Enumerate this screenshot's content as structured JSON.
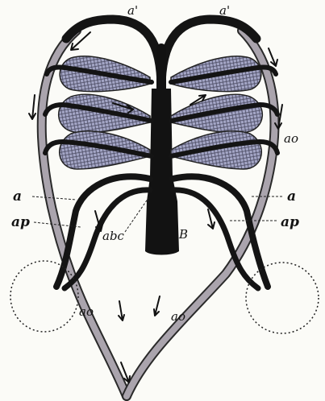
{
  "labels": {
    "afferent_left": "a'",
    "afferent_right": "a'",
    "aorta_right_upper": "ao",
    "a_left": "a",
    "a_right": "a",
    "ap_left": "ap",
    "ap_right": "ap",
    "abc": "abc",
    "bulb": "B",
    "aorta_left_lower": "ao",
    "aorta_right_lower": "ao"
  },
  "colors": {
    "vessel_dark": "#121212",
    "vessel_outline": "#2a2a2a",
    "aorta_fill": "#a7a2aa",
    "gill_fill": "#9fa0c0",
    "background": "#fbfbf7"
  }
}
